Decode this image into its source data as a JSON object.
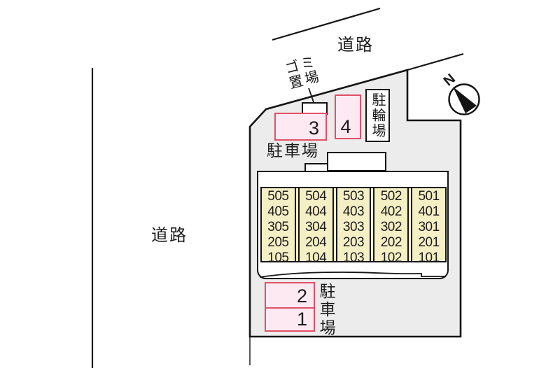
{
  "colors": {
    "background": "#ffffff",
    "site_fill": "#ececec",
    "outline": "#141414",
    "parking_space_fill": "#fce9f1",
    "parking_space_border": "#e25068",
    "unit_grid_fill": "#f5efc5"
  },
  "labels": {
    "road_top": "道路",
    "road_left": "道路",
    "garbage_area_line1": "ゴミ",
    "garbage_area_line2": "置場",
    "bicycle_parking": "駐輪場",
    "parking_lot_upper": "駐車場",
    "parking_lot_lower": "駐車場",
    "compass_north": "N"
  },
  "parking_spaces": {
    "upper": [
      "3",
      "4"
    ],
    "lower": [
      "2",
      "1"
    ]
  },
  "building": {
    "unit_columns": [
      {
        "units": [
          "505",
          "405",
          "305",
          "205",
          "105"
        ]
      },
      {
        "units": [
          "504",
          "404",
          "304",
          "204",
          "104"
        ]
      },
      {
        "units": [
          "503",
          "403",
          "303",
          "203",
          "103"
        ]
      },
      {
        "units": [
          "502",
          "402",
          "302",
          "202",
          "102"
        ]
      },
      {
        "units": [
          "501",
          "401",
          "301",
          "201",
          "101"
        ]
      }
    ]
  }
}
